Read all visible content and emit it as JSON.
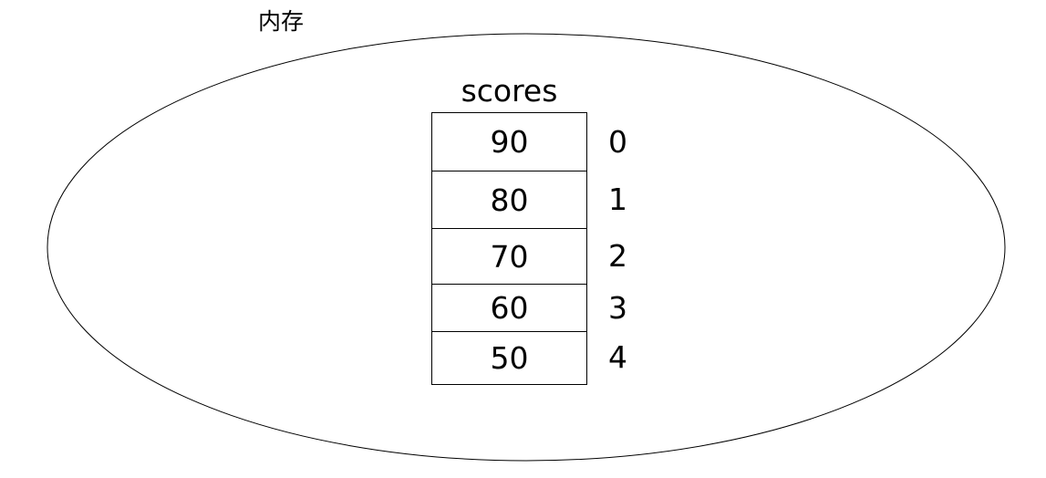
{
  "diagram": {
    "memory_label": "内存",
    "array_name": "scores",
    "rows": [
      {
        "value": "90",
        "index": "0"
      },
      {
        "value": "80",
        "index": "1"
      },
      {
        "value": "70",
        "index": "2"
      },
      {
        "value": "60",
        "index": "3"
      },
      {
        "value": "50",
        "index": "4"
      }
    ],
    "colors": {
      "background": "#ffffff",
      "stroke": "#000000",
      "text": "#000000"
    }
  }
}
